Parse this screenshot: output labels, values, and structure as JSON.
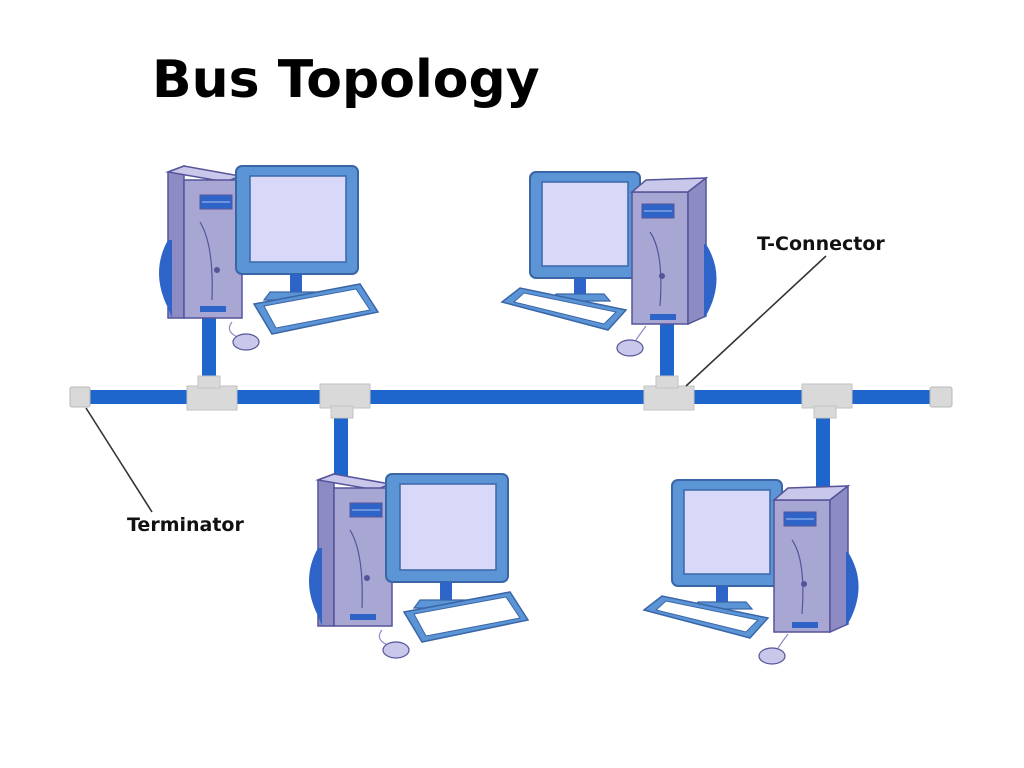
{
  "slide": {
    "title": "Bus Topology"
  },
  "labels": {
    "t_connector": "T-Connector",
    "terminator": "Terminator"
  },
  "colors": {
    "bus_cable": "#1f66cc",
    "connector": "#d9d9d9",
    "tower": "#a8a6d3",
    "monitor_frame": "#5b95d6",
    "screen": "#d8d8f8",
    "accent": "#2e63c8"
  },
  "nodes": [
    {
      "name": "computer-top-left",
      "position": "above-bus"
    },
    {
      "name": "computer-top-right",
      "position": "above-bus"
    },
    {
      "name": "computer-bottom-left",
      "position": "below-bus"
    },
    {
      "name": "computer-bottom-right",
      "position": "below-bus"
    }
  ]
}
